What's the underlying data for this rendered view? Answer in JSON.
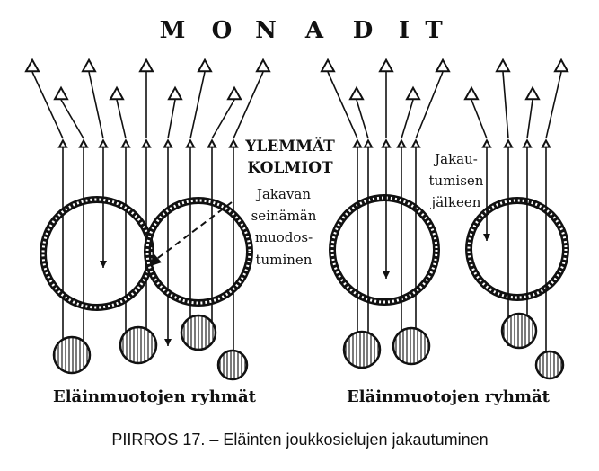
{
  "title_letters": [
    "M",
    "O",
    "N",
    "A",
    "D",
    "I",
    "T"
  ],
  "label_upper": [
    "YLEMMÄT",
    "KOLMIOT"
  ],
  "label_division": [
    "Jakavan",
    "seinämän",
    "muodos-",
    "tuminen"
  ],
  "label_after": [
    "Jakau-",
    "tumisen",
    "jälkeen"
  ],
  "group_label_left": "Eläinmuotojen ryhmät",
  "group_label_right": "Eläinmuotojen ryhmät",
  "caption": "PIIRROS 17. – Eläinten joukkosielujen jakautuminen"
}
